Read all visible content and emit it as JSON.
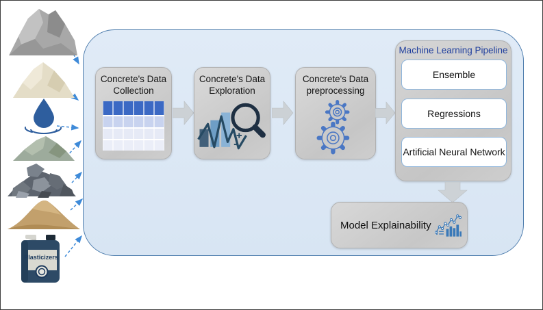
{
  "figure": {
    "stages": [
      {
        "line1": "Concrete's Data",
        "line2": "Collection",
        "icon": "data-table-icon"
      },
      {
        "line1": "Concrete's Data",
        "line2": "Exploration",
        "icon": "chart-magnifier-icon"
      },
      {
        "line1": "Concrete's Data",
        "line2": "preprocessing",
        "icon": "gears-icon"
      }
    ],
    "ml_panel": {
      "title": "Machine Learning Pipeline",
      "models": [
        "Ensemble",
        "Regressions",
        "Artificial Neural Network"
      ]
    },
    "output_label": "Model Explainability",
    "output_icon": "analytics-icon"
  },
  "materials": {
    "items": [
      {
        "icon": "cement-powder-icon"
      },
      {
        "icon": "fly-ash-powder-icon"
      },
      {
        "icon": "water-drop-icon"
      },
      {
        "icon": "slag-powder-icon"
      },
      {
        "icon": "coarse-aggregate-icon"
      },
      {
        "icon": "sand-icon"
      },
      {
        "icon": "plasticizers-jug-icon",
        "label": "Plasticizers"
      }
    ]
  },
  "colors": {
    "accent_blue": "#3e8ad8",
    "navy_title": "#21409e",
    "container_fill": "#dbe7f4",
    "container_border": "#4e7dad",
    "table_header_blue": "#3b69c4",
    "icon_blue": "#3a79b8",
    "gear_blue": "#4a77c4",
    "box_gray": "#c9c9c9"
  }
}
